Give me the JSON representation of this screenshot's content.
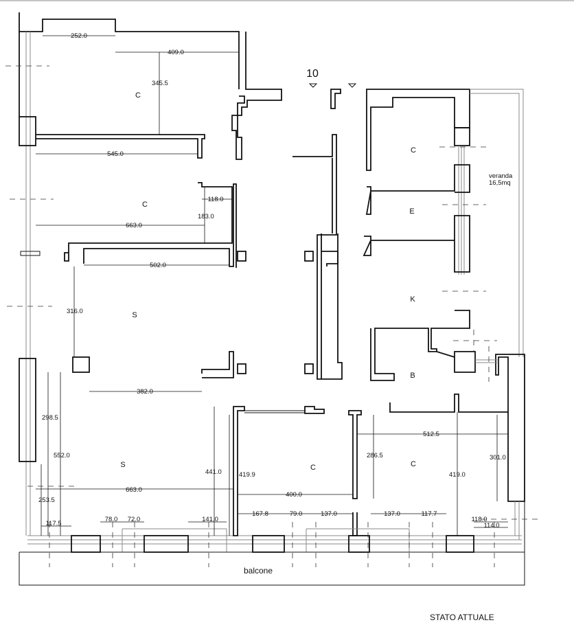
{
  "floor_number": "10",
  "title": "STATO ATTUALE",
  "rooms": [
    {
      "id": "c1",
      "label": "C"
    },
    {
      "id": "c2",
      "label": "C"
    },
    {
      "id": "s1",
      "label": "S"
    },
    {
      "id": "s2",
      "label": "S"
    },
    {
      "id": "c3",
      "label": "C"
    },
    {
      "id": "c4",
      "label": "C"
    },
    {
      "id": "c5",
      "label": "C"
    },
    {
      "id": "e",
      "label": "E"
    },
    {
      "id": "k",
      "label": "K"
    },
    {
      "id": "b",
      "label": "B"
    }
  ],
  "veranda": {
    "name": "veranda",
    "area": "16,5mq"
  },
  "balcone": "balcone",
  "dimensions": [
    "252.0",
    "409.0",
    "345.5",
    "545.0",
    "118.0",
    "183.0",
    "663.0",
    "502.0",
    "316.0",
    "382.0",
    "298.5",
    "552.0",
    "253.5",
    "663.0",
    "117.5",
    "78.0",
    "72.0",
    "141.0",
    "441.0",
    "419.9",
    "400.0",
    "167.8",
    "79.0",
    "137.0",
    "286.5",
    "512.5",
    "301.0",
    "419.0",
    "137.0",
    "117.7",
    "118.0",
    "114.0"
  ],
  "colors": {
    "line": "#111111",
    "paper": "#ffffff",
    "secondary": "#888888"
  }
}
